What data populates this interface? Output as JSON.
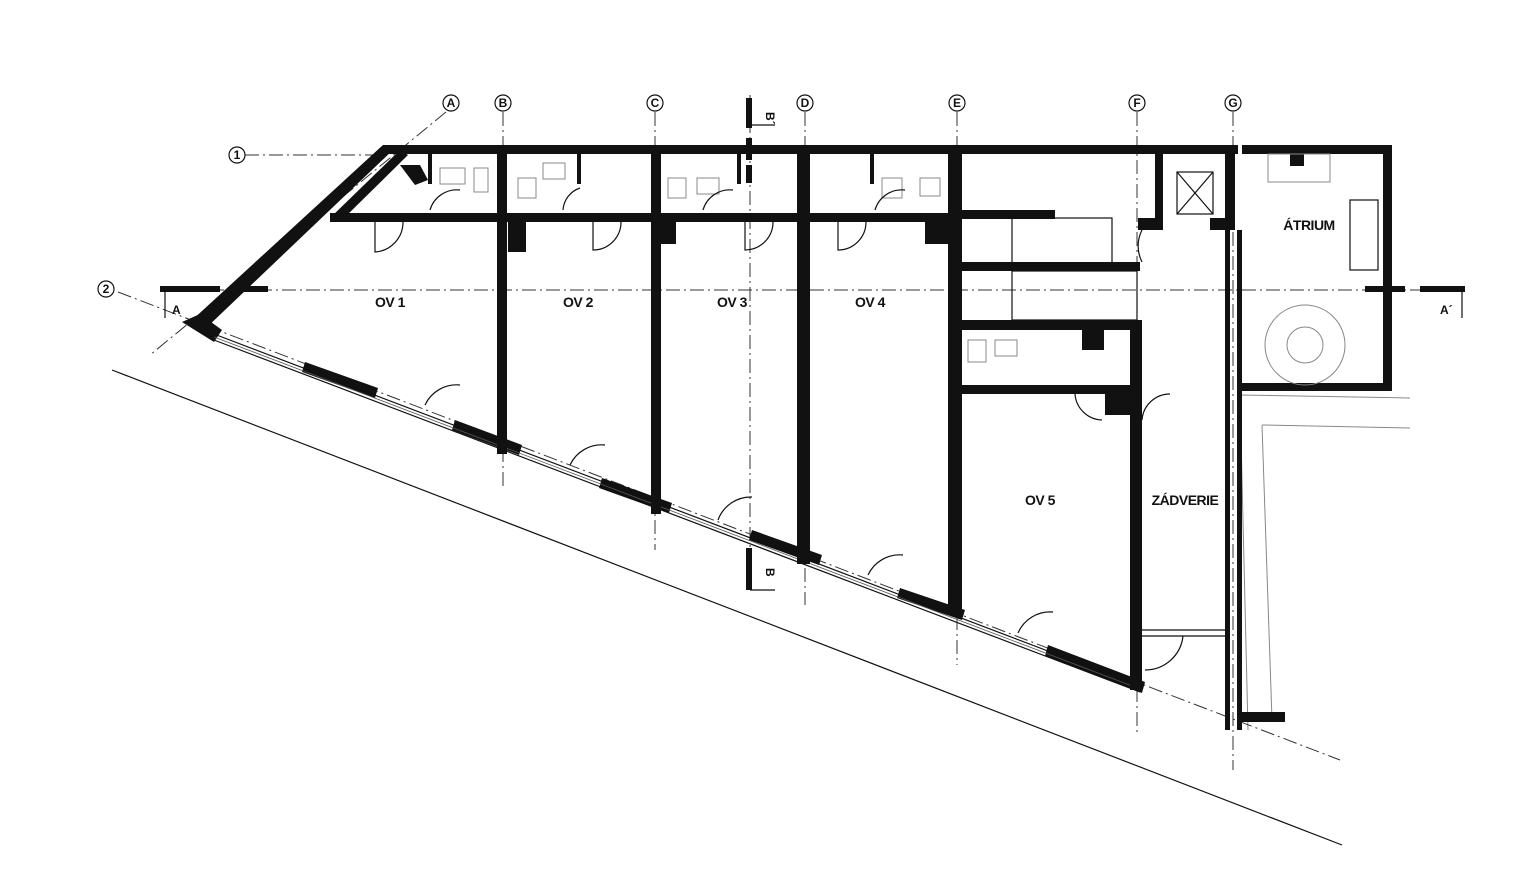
{
  "rooms": {
    "ov1": "OV 1",
    "ov2": "OV 2",
    "ov3": "OV 3",
    "ov4": "OV 4",
    "ov5": "OV 5",
    "atrium": "ÁTRIUM",
    "zadverie": "ZÁDVERIE"
  },
  "grid": {
    "columns": [
      "A",
      "B",
      "C",
      "D",
      "E",
      "F",
      "G"
    ],
    "rows": [
      "1",
      "2"
    ]
  },
  "sections": {
    "a_left": "A",
    "a_right": "A´",
    "b_top": "B´",
    "b_bottom": "B"
  }
}
